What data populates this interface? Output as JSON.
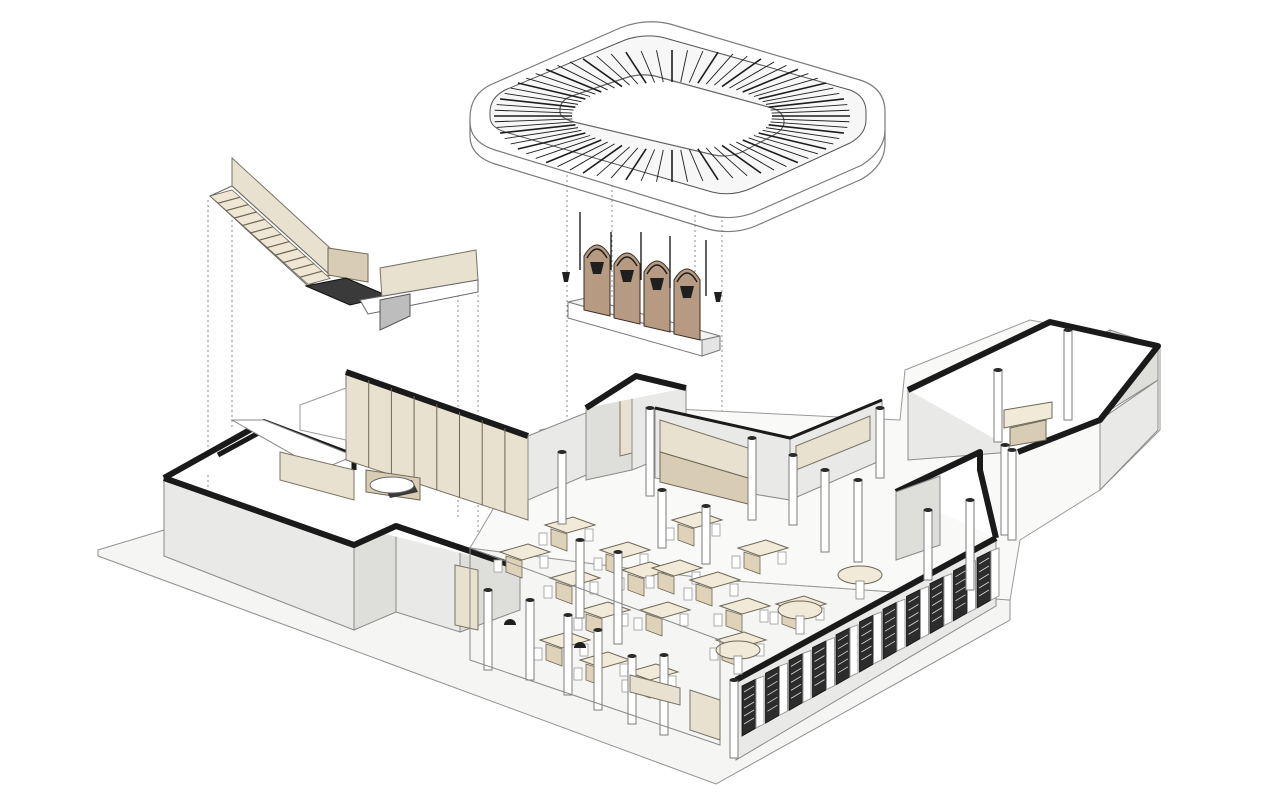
{
  "diagram": {
    "view": "exploded-isometric",
    "components": [
      {
        "name": "ceiling-ring",
        "icon": "ceiling-ring-icon"
      },
      {
        "name": "staircase",
        "icon": "staircase-icon"
      },
      {
        "name": "pendant-lighting-rig",
        "icon": "pendant-light-icon"
      },
      {
        "name": "floor-plan",
        "icon": "floor-plan-icon"
      }
    ],
    "colors": {
      "wall_top": "#1a1a1a",
      "wall_face": "#e9e9e7",
      "wood": "#e9e1cf",
      "floor": "#f5f5f3",
      "background": "#ffffff"
    }
  }
}
